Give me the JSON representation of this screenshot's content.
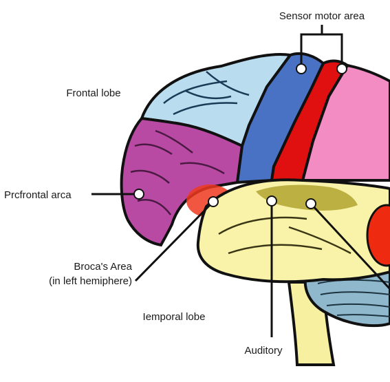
{
  "labels": {
    "sensor_motor_area": "Sensor motor area",
    "frontal_lobe": "Frontal lobe",
    "prefrontal_area": "Prcfrontal arca",
    "brocas_area_line1": "Broca's Area",
    "brocas_area_line2": "(in left hemiphere)",
    "temporal_lobe": "Iemporal lobe",
    "auditory": "Auditory"
  },
  "colors": {
    "outline": "#111111",
    "frontal_lobe": "#b9dcef",
    "prefrontal": "#b84aa4",
    "motor_strip": "#4a72c4",
    "sensory_strip": "#e01010",
    "parietal": "#f48cc4",
    "temporal": "#f8f3a8",
    "brocas": "#ee3a1e",
    "auditory": "#a89a20",
    "cerebellum": "#8fb8cc",
    "brainstem": "#f6f0a0",
    "marker": "#ffffff"
  }
}
